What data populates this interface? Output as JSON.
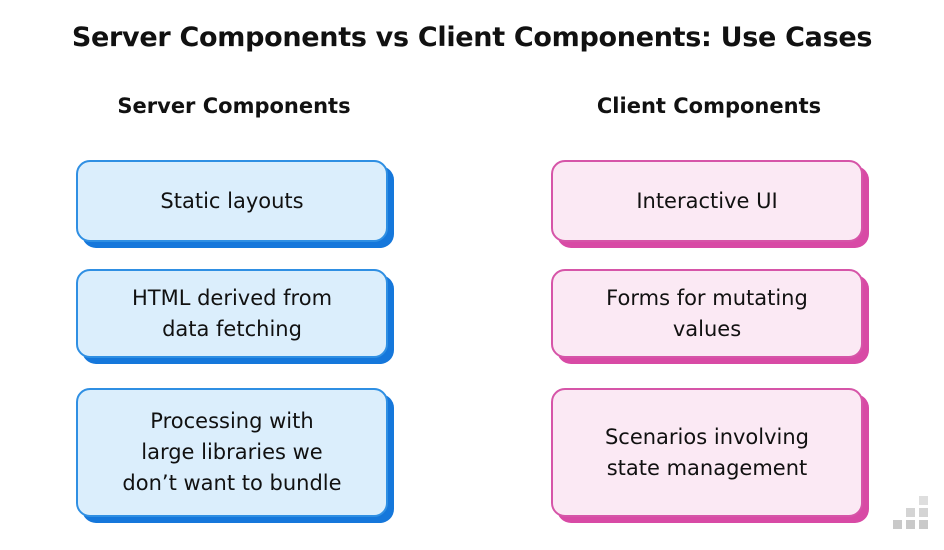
{
  "title": "Server Components vs Client Components: Use Cases",
  "server": {
    "heading": "Server Components",
    "items": [
      "Static layouts",
      "HTML derived from\ndata fetching",
      "Processing with\nlarge libraries we\ndon’t want to bundle"
    ]
  },
  "client": {
    "heading": "Client Components",
    "items": [
      "Interactive UI",
      "Forms for mutating\nvalues",
      "Scenarios involving\nstate management"
    ]
  },
  "colors": {
    "server_fill": "#dbeefc",
    "server_border": "#2f8fe3",
    "server_shadow": "#1577db",
    "client_fill": "#fbe9f4",
    "client_border": "#d655a8",
    "client_shadow": "#d84aa5"
  },
  "icons": {
    "corner_logo": "bar-steps-logo-icon"
  }
}
